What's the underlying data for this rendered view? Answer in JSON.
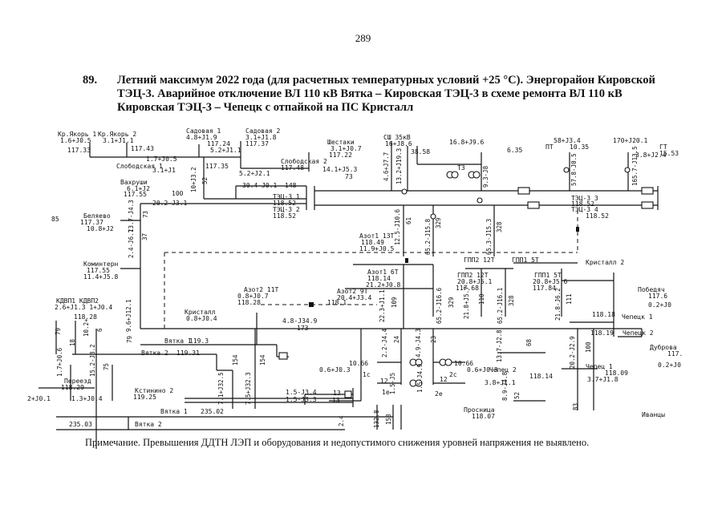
{
  "page": {
    "number": "289",
    "item_number": "89.",
    "title_lines": [
      "Летний максимум 2022 года (для расчетных температурных условий +25 °С). Энергорайон Кировской",
      "ТЭЦ-3. Аварийное отключение ВЛ 110 кВ Вятка – Кировская ТЭЦ-3 в схеме ремонта ВЛ 110 кВ",
      "Кировская ТЭЦ-3 – Чепецк с отпайкой на ПС Кристалл"
    ],
    "note": "Примечание. Превышения ДДТН ЛЭП и оборудования и недопустимого снижения уровней напряжения не выявлено."
  },
  "diagram": {
    "labels": [
      {
        "id": "kr-yakor1",
        "text": "Кр.Якорь 1"
      },
      {
        "id": "kr-yakor1-flow",
        "text": "1.6+J0.5"
      },
      {
        "id": "kr-yakor1-u",
        "text": "117.33"
      },
      {
        "id": "kr-yakor2",
        "text": "Кр.Якорь 2"
      },
      {
        "id": "kr-yakor2-flow",
        "text": "3.1+J1.1"
      },
      {
        "id": "kr-yakor2-u",
        "text": "117.43"
      },
      {
        "id": "sadovaya1",
        "text": "Садовая 1"
      },
      {
        "id": "sadovaya1-flow",
        "text": "4.8+J1.9"
      },
      {
        "id": "sadovaya1-u",
        "text": "117.24"
      },
      {
        "id": "sadovaya2",
        "text": "Садовая 2"
      },
      {
        "id": "sadovaya2-flow",
        "text": "3.1+J1.8"
      },
      {
        "id": "sadovaya2-u",
        "text": "117.37"
      },
      {
        "id": "shestaki",
        "text": "Шестаки"
      },
      {
        "id": "shestaki-flow",
        "text": "3.1+J0.7"
      },
      {
        "id": "shestaki-u",
        "text": "117.22"
      },
      {
        "id": "line-52-flow",
        "text": "5.2+J1.1"
      },
      {
        "id": "line-17-flow",
        "text": "1.7+J0.5"
      },
      {
        "id": "slobodskaya1",
        "text": "Слободская 1"
      },
      {
        "id": "slobodskaya1-flow",
        "text": "3.1+J1"
      },
      {
        "id": "slobodskaya1-u",
        "text": "117.35"
      },
      {
        "id": "slobodskaya2",
        "text": "Слободская 2"
      },
      {
        "id": "slobodskaya2-u",
        "text": "117.48"
      },
      {
        "id": "line-52b-flow",
        "text": "5.2+J2.1"
      },
      {
        "id": "line-141-flow",
        "text": "14.1+J5.3"
      },
      {
        "id": "num-73a",
        "text": "73"
      },
      {
        "id": "num-52",
        "text": "52"
      },
      {
        "id": "vflow-10",
        "text": "10+J3.2"
      },
      {
        "id": "ssh35",
        "text": "СШ 35кВ"
      },
      {
        "id": "ssh35-flow",
        "text": "16+J8.6"
      },
      {
        "id": "ssh35-u",
        "text": "38.58"
      },
      {
        "id": "t3",
        "text": "Т3"
      },
      {
        "id": "t3-flow",
        "text": "16.8+J9.6"
      },
      {
        "id": "t3-u",
        "text": "6.35"
      },
      {
        "id": "vflow-46",
        "text": "4.6+J7.7"
      },
      {
        "id": "vflow-13",
        "text": "13.2+J19.3"
      },
      {
        "id": "vflow-93",
        "text": "9.3-J8"
      },
      {
        "id": "pt-flow",
        "text": "58+J3.4"
      },
      {
        "id": "pt",
        "text": "ПТ"
      },
      {
        "id": "pt-u",
        "text": "10.35"
      },
      {
        "id": "gt-flow",
        "text": "170+J20.1"
      },
      {
        "id": "gt",
        "text": "ГТ"
      },
      {
        "id": "gt-u",
        "text": "15.53"
      },
      {
        "id": "gt-flow2",
        "text": "3.8+J2.4"
      },
      {
        "id": "vflow-57",
        "text": "57.8-J0.5"
      },
      {
        "id": "vflow-165",
        "text": "165.7-J13.5"
      },
      {
        "id": "vakhrushi",
        "text": "Вахруши"
      },
      {
        "id": "vakhrushi-flow",
        "text": "6.1+J2"
      },
      {
        "id": "vakhrushi-u",
        "text": "117.55"
      },
      {
        "id": "num-100",
        "text": "100"
      },
      {
        "id": "line-202-flow",
        "text": "20.2-J3.1"
      },
      {
        "id": "line-304-flow",
        "text": "30.4-J0.1"
      },
      {
        "id": "num-148",
        "text": "148"
      },
      {
        "id": "tec3-1",
        "text": "ТЭЦ-3 1"
      },
      {
        "id": "tec3-1-u",
        "text": "118.52"
      },
      {
        "id": "tec3-2",
        "text": "ТЭЦ-3 2"
      },
      {
        "id": "tec3-2-u",
        "text": "118.52"
      },
      {
        "id": "tec3-3",
        "text": "ТЭЦ-3 3"
      },
      {
        "id": "tec3-3-u",
        "text": "118.52"
      },
      {
        "id": "tec3-4",
        "text": "ТЭЦ-3 4"
      },
      {
        "id": "tec3-4-u",
        "text": "118.52"
      },
      {
        "id": "num-85",
        "text": "85"
      },
      {
        "id": "belyaevo",
        "text": "Беляево"
      },
      {
        "id": "belyaevo-u",
        "text": "117.37"
      },
      {
        "id": "belyaevo-flow",
        "text": "10.8+J2"
      },
      {
        "id": "num-73b",
        "text": "73"
      },
      {
        "id": "vflow-137",
        "text": "13.7-J4.3"
      },
      {
        "id": "vflow-24",
        "text": "2.4-J6.7"
      },
      {
        "id": "num-37",
        "text": "37"
      },
      {
        "id": "vflow-125",
        "text": "12.5-J10.6"
      },
      {
        "id": "num-61",
        "text": "61"
      },
      {
        "id": "vflow-652",
        "text": "65.2-J15.8"
      },
      {
        "id": "num-329a",
        "text": "329"
      },
      {
        "id": "vflow-653",
        "text": "65.3-J15.3"
      },
      {
        "id": "num-328a",
        "text": "328"
      },
      {
        "id": "azot13t",
        "text": "Азот1 13Т"
      },
      {
        "id": "azot13t-u",
        "text": "118.49"
      },
      {
        "id": "azot13t-flow",
        "text": "11.9+J0.5"
      },
      {
        "id": "kominterm",
        "text": "Коминтерн"
      },
      {
        "id": "kominterm-u",
        "text": "117.55"
      },
      {
        "id": "kominterm-flow",
        "text": "11.4+J5.8"
      },
      {
        "id": "gpp2-12t",
        "text": "ГПП2 12Т"
      },
      {
        "id": "gpp1-5t",
        "text": "ГПП1 5Т"
      },
      {
        "id": "kristall2",
        "text": "Кристалл 2"
      },
      {
        "id": "azot1-6t",
        "text": "Азот1 6Т"
      },
      {
        "id": "azot1-6t-u",
        "text": "118.14"
      },
      {
        "id": "azot1-6t-flow",
        "text": "21.2+J0.8"
      },
      {
        "id": "gpp2-12t-b",
        "text": "ГПП2 12Т"
      },
      {
        "id": "gpp2-12t-flow",
        "text": "20.8+J5.1"
      },
      {
        "id": "gpp2-12t-u",
        "text": "117.68"
      },
      {
        "id": "gpp1-5t-b",
        "text": "ГПП1 5Т"
      },
      {
        "id": "gpp1-5t-flow",
        "text": "20.8+J5.6"
      },
      {
        "id": "gpp1-5t-u",
        "text": "117.84"
      },
      {
        "id": "pobedyach",
        "text": "Победяч"
      },
      {
        "id": "pobedyach-u",
        "text": "117.6"
      },
      {
        "id": "pobedyach-flow",
        "text": "0.2+J0"
      },
      {
        "id": "kdpl",
        "text": "КДВП1 КДВП2"
      },
      {
        "id": "kdpl-flow",
        "text": "2.6+J1.3 1+J0.4"
      },
      {
        "id": "kdpl-u",
        "text": "118.28"
      },
      {
        "id": "azot2-11t",
        "text": "Азот2 11Т"
      },
      {
        "id": "azot2-11t-flow",
        "text": "0.8+J0.7"
      },
      {
        "id": "azot2-11t-u",
        "text": "118.28"
      },
      {
        "id": "azot2-9t",
        "text": "Азот2 9Т"
      },
      {
        "id": "azot2-9t-flow",
        "text": "20.4+J3.4"
      },
      {
        "id": "azot2-9t-u",
        "text": "118.1"
      },
      {
        "id": "vflow-223",
        "text": "22.3+J1.1"
      },
      {
        "id": "num-109",
        "text": "109"
      },
      {
        "id": "vflow-652b",
        "text": "65.2-J16.6"
      },
      {
        "id": "num-329b",
        "text": "329"
      },
      {
        "id": "vflow-218",
        "text": "21.8+J5.7"
      },
      {
        "id": "num-110",
        "text": "110"
      },
      {
        "id": "vflow-652c",
        "text": "65.2-J16.1"
      },
      {
        "id": "num-328b",
        "text": "328"
      },
      {
        "id": "vflow-218b",
        "text": "21.8-J6.2"
      },
      {
        "id": "num-111",
        "text": "111"
      },
      {
        "id": "chepetsk1-u",
        "text": "118.18"
      },
      {
        "id": "chepetsk1",
        "text": "Чепецк 1"
      },
      {
        "id": "kristall",
        "text": "Кристалл"
      },
      {
        "id": "kristall-flow",
        "text": "0.8+J0.4"
      },
      {
        "id": "line-48-flow",
        "text": "4.8-J34.9"
      },
      {
        "id": "num-173",
        "text": "173"
      },
      {
        "id": "num-79",
        "text": "79"
      },
      {
        "id": "vflow-102",
        "text": "10.2+"
      },
      {
        "id": "num-6",
        "text": "6"
      },
      {
        "id": "vflow-96",
        "text": "9.6+J12.1"
      },
      {
        "id": "num-79b",
        "text": "79"
      },
      {
        "id": "vatka1",
        "text": "Вятка 1"
      },
      {
        "id": "vatka1-u",
        "text": "119.3"
      },
      {
        "id": "vatka2",
        "text": "Вятка 2"
      },
      {
        "id": "vatka2-u",
        "text": "119.31"
      },
      {
        "id": "chepetsk2-u",
        "text": "118.19"
      },
      {
        "id": "chepetsk2",
        "text": "Чепецк 2"
      },
      {
        "id": "dubrov",
        "text": "Дуброва"
      },
      {
        "id": "dubrov-u",
        "text": "117."
      },
      {
        "id": "dubrov-flow",
        "text": "0.2+J0"
      },
      {
        "id": "vflow-17",
        "text": "1.7+J0.6"
      },
      {
        "id": "num-18",
        "text": "18"
      },
      {
        "id": "vflow-152",
        "text": "15.2-J3.2"
      },
      {
        "id": "num-75",
        "text": "75"
      },
      {
        "id": "pereezd",
        "text": "Переезд"
      },
      {
        "id": "pereezd-u",
        "text": "118.29"
      },
      {
        "id": "pereezd-flow",
        "text": "2+J0.1"
      },
      {
        "id": "kstinino2",
        "text": "Кстинино 2"
      },
      {
        "id": "kstinino2-u",
        "text": "119.25"
      },
      {
        "id": "kstinino2-flow",
        "text": "1.3+J0.4"
      },
      {
        "id": "vflow-71",
        "text": "7.1+J32.5"
      },
      {
        "id": "num-154a",
        "text": "154"
      },
      {
        "id": "vflow-75",
        "text": "7.5+J32.3"
      },
      {
        "id": "num-154b",
        "text": "154"
      },
      {
        "id": "num-24",
        "text": "24"
      },
      {
        "id": "num-23",
        "text": "23"
      },
      {
        "id": "vflow-22",
        "text": "2.2-J4.4"
      },
      {
        "id": "vflow-49",
        "text": "4.9-J4.3"
      },
      {
        "id": "node-10-66a-u",
        "text": "10.66"
      },
      {
        "id": "node-10-66a-flow",
        "text": "0.6+J0.3"
      },
      {
        "id": "node-1s",
        "text": "1с"
      },
      {
        "id": "node-10-66b-u",
        "text": "10.66"
      },
      {
        "id": "node-10-66b-flow",
        "text": "0.6+J0.3"
      },
      {
        "id": "node-2s",
        "text": "2с"
      },
      {
        "id": "vflow-137b",
        "text": "13.7-J2.8"
      },
      {
        "id": "num-68",
        "text": "68"
      },
      {
        "id": "vflow-202",
        "text": "20.2-J2.9"
      },
      {
        "id": "num-100b",
        "text": "100"
      },
      {
        "id": "chepetsk-2-sub",
        "text": "Чепец 2"
      },
      {
        "id": "chepetsk-2-sub-u",
        "text": "118.14"
      },
      {
        "id": "chepetsk1-sub",
        "text": "Чепец 1"
      },
      {
        "id": "chepetsk1-sub-u",
        "text": "118.09"
      },
      {
        "id": "chepetsk1-sub-flow",
        "text": "3.7+J1.8"
      },
      {
        "id": "num-12a",
        "text": "12"
      },
      {
        "id": "vflow-15",
        "text": "1.5-J5"
      },
      {
        "id": "vflow-15b",
        "text": "1.5-J4.9"
      },
      {
        "id": "num-12b",
        "text": "12"
      },
      {
        "id": "node-1e",
        "text": "1е"
      },
      {
        "id": "node-2e",
        "text": "2е"
      },
      {
        "id": "vflow-38",
        "text": "3.8+J1.1"
      },
      {
        "id": "vflow-89",
        "text": "8.9-J4.8"
      },
      {
        "id": "num-52b",
        "text": "52"
      },
      {
        "id": "line-15-flow",
        "text": "1.5-J3.4"
      },
      {
        "id": "num-13a",
        "text": "13"
      },
      {
        "id": "line-15b-flow",
        "text": "1.5-J3.3"
      },
      {
        "id": "num-13b",
        "text": "13"
      },
      {
        "id": "vatka1-b",
        "text": "Вятка 1"
      },
      {
        "id": "vatka1-b-u",
        "text": "235.02"
      },
      {
        "id": "bus-235",
        "text": "235.03"
      },
      {
        "id": "vatka2-b",
        "text": "Вятка 2"
      },
      {
        "id": "num-24b",
        "text": "2.4"
      },
      {
        "id": "vflow-1328",
        "text": "132.8"
      },
      {
        "id": "num-158",
        "text": "158"
      },
      {
        "id": "prosnitsa",
        "text": "Просница"
      },
      {
        "id": "prosnitsa-u",
        "text": "118.07"
      },
      {
        "id": "num-83",
        "text": "83"
      },
      {
        "id": "ivantsy",
        "text": "Иванцы"
      }
    ]
  }
}
